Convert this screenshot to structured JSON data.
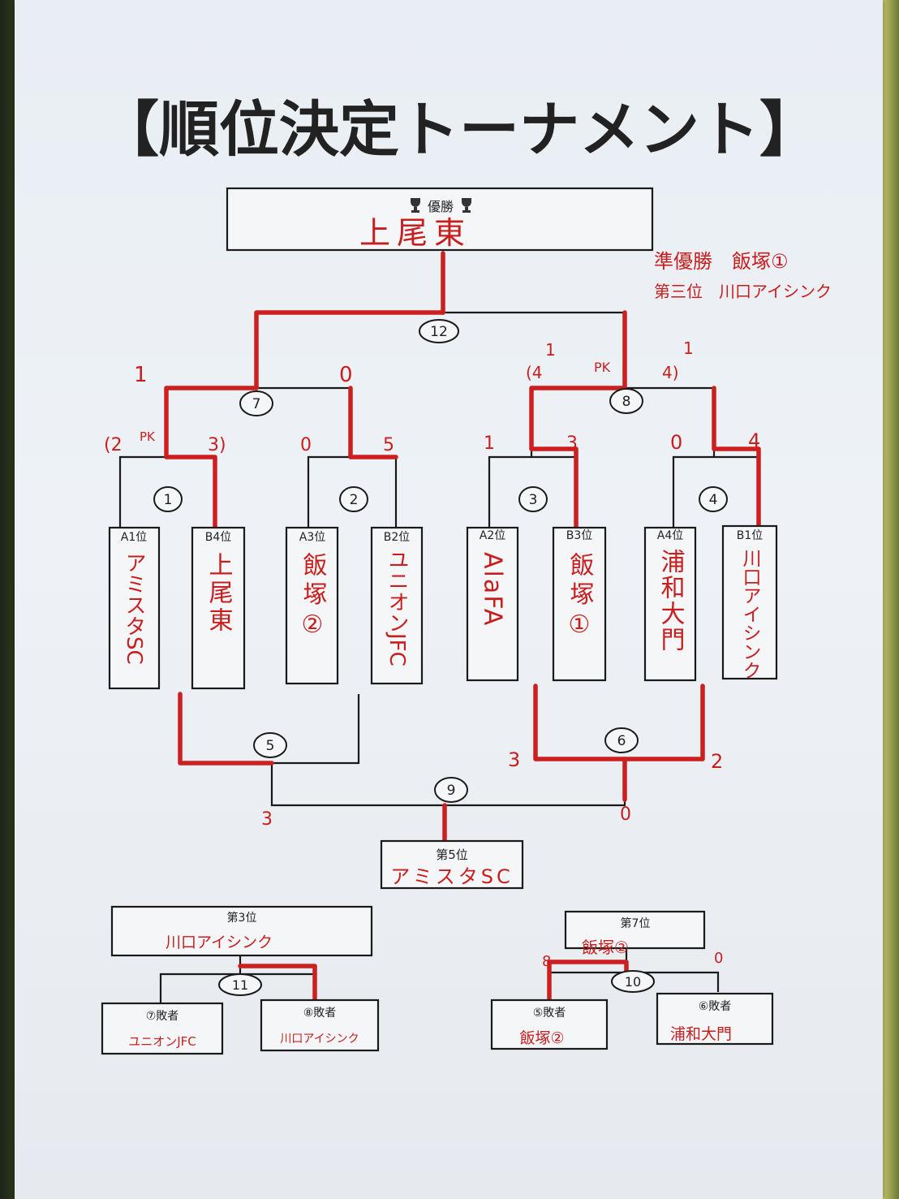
{
  "title": "【順位決定トーナメント】",
  "champion": {
    "label": "優勝",
    "team": "上尾東"
  },
  "notes": {
    "runner_up": "準優勝　飯塚①",
    "third": "第三位　川口アイシンク"
  },
  "match_numbers": {
    "m1": "1",
    "m2": "2",
    "m3": "3",
    "m4": "4",
    "m5": "5",
    "m6": "6",
    "m7": "7",
    "m8": "8",
    "m9": "9",
    "m10": "10",
    "m11": "11",
    "m12": "12"
  },
  "slots": [
    {
      "seed": "A1位",
      "team": "アミスタSC"
    },
    {
      "seed": "B4位",
      "team": "上尾東"
    },
    {
      "seed": "A3位",
      "team": "飯塚②"
    },
    {
      "seed": "B2位",
      "team": "ユニオンJFC"
    },
    {
      "seed": "A2位",
      "team": "AlaFA"
    },
    {
      "seed": "B3位",
      "team": "飯塚①"
    },
    {
      "seed": "A4位",
      "team": "浦和大門"
    },
    {
      "seed": "B1位",
      "team": "川口アイシンク"
    }
  ],
  "scores": {
    "m1_left": "(2",
    "m1_pk": "PK",
    "m1_right": "3)",
    "m2_left": "0",
    "m2_right": "5",
    "m3_left": "1",
    "m3_right": "3",
    "m4_left": "0",
    "m4_right": "4",
    "m7_left": "1",
    "m7_right": "0",
    "m8_left": "1",
    "m8_left_pk": "(4",
    "m8_pk": "PK",
    "m8_right": "1",
    "m8_right_pk": "4)",
    "m6_left": "3",
    "m6_right": "2",
    "m9_left": "3",
    "m9_right": "0",
    "m10_left": "8",
    "m10_right": "0"
  },
  "fifth": {
    "label": "第5位",
    "team": "アミスタSC"
  },
  "third_place": {
    "label": "第3位",
    "team": "川口アイシンク",
    "left_label": "⑦敗者",
    "left_team": "ユニオンJFC",
    "right_label": "⑧敗者",
    "right_team": "川口アイシンク"
  },
  "seventh_place": {
    "label": "第7位",
    "team": "飯塚②",
    "left_label": "⑤敗者",
    "left_team": "飯塚②",
    "right_label": "⑥敗者",
    "right_team": "浦和大門"
  },
  "icons": {
    "trophy": "trophy-icon"
  }
}
